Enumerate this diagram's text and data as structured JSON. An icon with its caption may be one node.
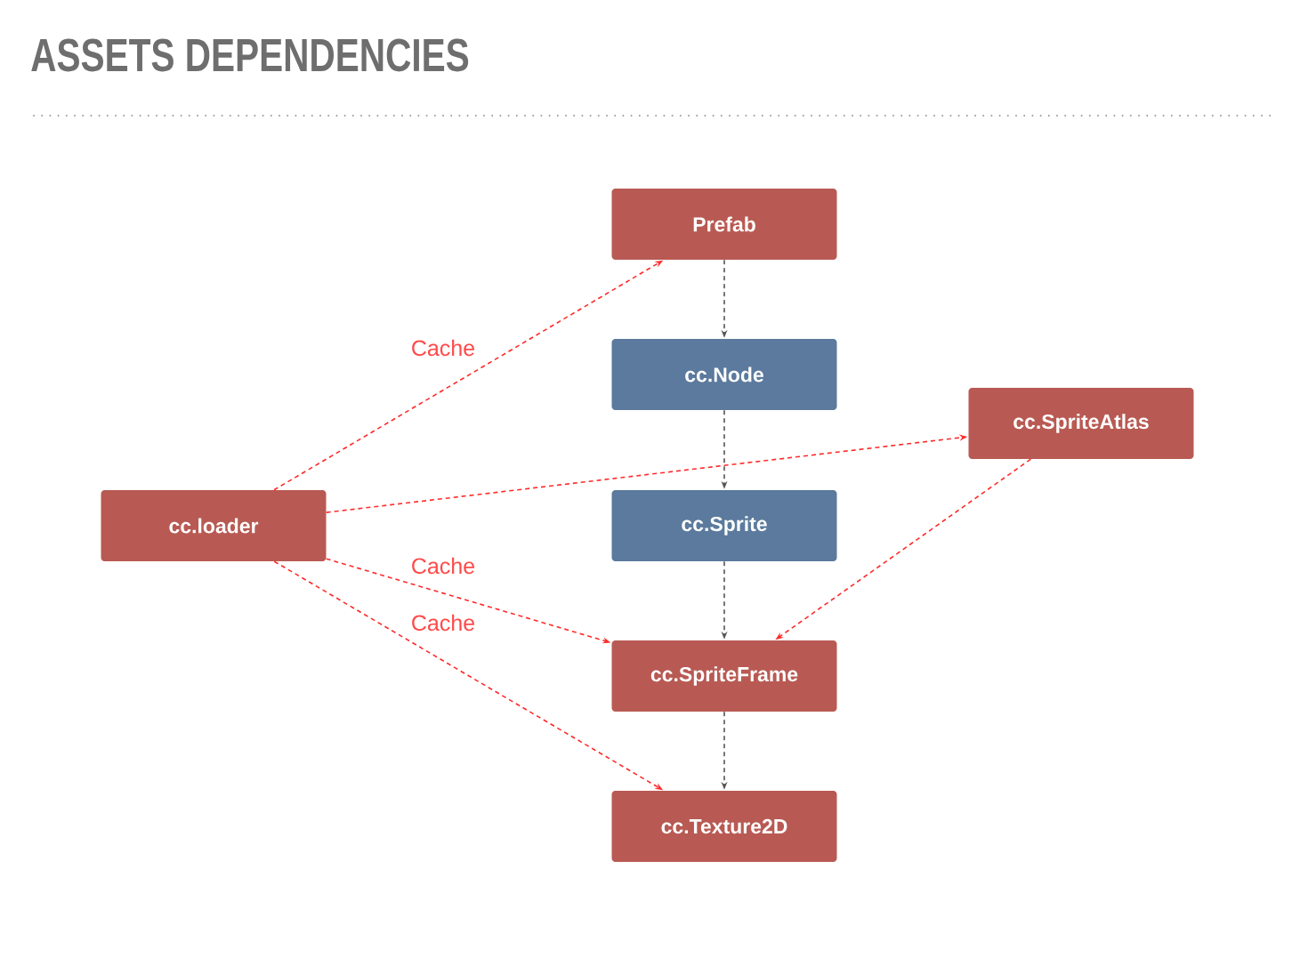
{
  "diagram": {
    "title": "ASSETS DEPENDENCIES",
    "nodes": [
      {
        "text": [
          "Prefab"
        ]
      },
      {
        "text": [
          "cc.Node"
        ]
      },
      {
        "text": [
          "cc.SpriteAtlas"
        ]
      },
      {
        "text": [
          "cc.loader"
        ]
      },
      {
        "text": [
          "cc.Sprite"
        ]
      },
      {
        "text": [
          "cc.SpriteFrame"
        ]
      },
      {
        "text": [
          "cc.Texture2D"
        ]
      }
    ],
    "edges": [
      {
        "from": 0,
        "to": 1,
        "arrow": "to",
        "style": "dashed",
        "color": "#555555"
      },
      {
        "from": 1,
        "to": 4,
        "arrow": "to",
        "style": "dashed",
        "color": "#555555"
      },
      {
        "from": 4,
        "to": 5,
        "arrow": "to",
        "style": "dashed",
        "color": "#555555"
      },
      {
        "from": 5,
        "to": 6,
        "arrow": "to",
        "style": "dashed",
        "color": "#555555"
      },
      {
        "from": 3,
        "to": 0,
        "arrow": "to",
        "label": "Cache",
        "style": "dashed",
        "color": "#ff2a2a"
      },
      {
        "from": 3,
        "to": 2,
        "arrow": "to",
        "style": "dashed",
        "color": "#ff2a2a"
      },
      {
        "from": 3,
        "to": 5,
        "arrow": "to",
        "label": "Cache",
        "style": "dashed",
        "color": "#ff2a2a"
      },
      {
        "from": 3,
        "to": 6,
        "arrow": "to",
        "label": "Cache",
        "style": "dashed",
        "color": "#ff2a2a"
      },
      {
        "from": 2,
        "to": 5,
        "arrow": "to",
        "style": "dashed",
        "color": "#ff2a2a"
      }
    ]
  }
}
